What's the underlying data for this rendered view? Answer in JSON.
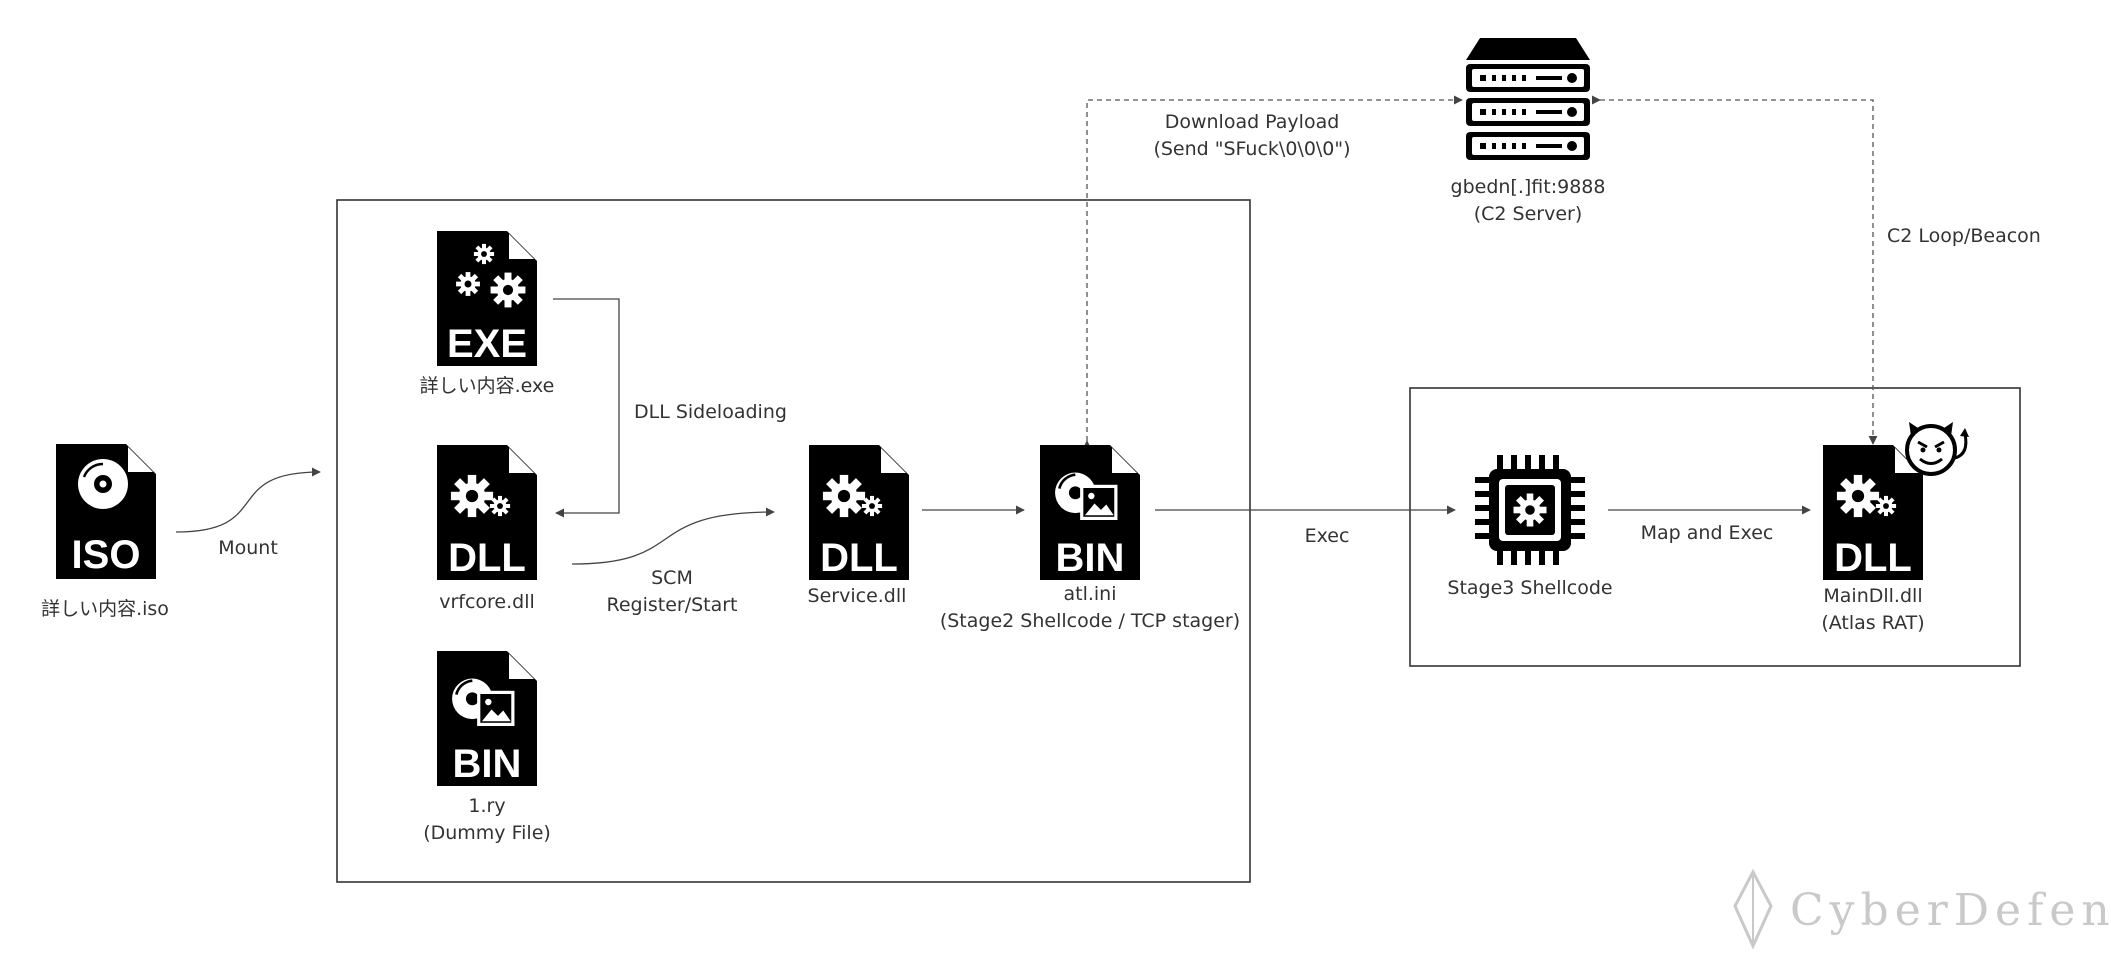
{
  "colors": {
    "icon": "#000000",
    "line": "#444444",
    "text": "#333333",
    "watermark": "#c9c9c9"
  },
  "nodes": {
    "iso": {
      "icon": "iso-file-icon",
      "tag": "ISO",
      "label": "詳しい内容.iso"
    },
    "exe": {
      "icon": "exe-file-icon",
      "tag": "EXE",
      "label": "詳しい内容.exe"
    },
    "vrfcore": {
      "icon": "dll-file-icon",
      "tag": "DLL",
      "label": "vrfcore.dll"
    },
    "dummy": {
      "icon": "bin-file-icon",
      "tag": "BIN",
      "label_1": "1.ry",
      "label_2": "(Dummy File)"
    },
    "service": {
      "icon": "dll-file-icon",
      "tag": "DLL",
      "label": "Service.dll"
    },
    "atl": {
      "icon": "bin-file-icon",
      "tag": "BIN",
      "label_1": "atl.ini",
      "label_2": "(Stage2 Shellcode / TCP stager)"
    },
    "server": {
      "icon": "server-icon",
      "label_1": "gbedn[.]fit:9888",
      "label_2": "(C2 Server)"
    },
    "shellcode": {
      "icon": "cpu-gear-icon",
      "label": "Stage3 Shellcode"
    },
    "maindll": {
      "icon": "dll-file-icon",
      "badge_icon": "devil-face-icon",
      "tag": "DLL",
      "label_1": "MainDll.dll",
      "label_2": "(Atlas RAT)"
    }
  },
  "edges": {
    "mount": "Mount",
    "sideloading": "DLL Sideloading",
    "scm_1": "SCM",
    "scm_2": "Register/Start",
    "download_1": "Download Payload",
    "download_2": "(Send \"SFuck\\0\\0\\0\")",
    "exec": "Exec",
    "map_exec": "Map and Exec",
    "c2_loop": "C2 Loop/Beacon"
  },
  "watermark": {
    "logo_icon": "cyberdefense-logo-icon",
    "text": "CyberDefense"
  }
}
